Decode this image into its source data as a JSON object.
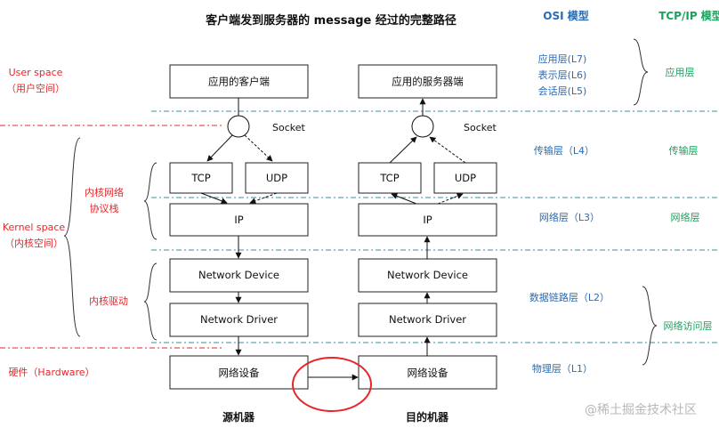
{
  "title": "客户端发到服务器的  message  经过的完整路径",
  "headers": {
    "osi": "OSI  模型",
    "tcpip": "TCP/IP  模型"
  },
  "source": {
    "app": "应用的客户端",
    "socket": "Socket",
    "tcp": "TCP",
    "udp": "UDP",
    "ip": "IP",
    "device": "Network Device",
    "driver": "Network Driver",
    "hardware": "网络设备",
    "label": "源机器"
  },
  "dest": {
    "app": "应用的服务器端",
    "socket": "Socket",
    "tcp": "TCP",
    "udp": "UDP",
    "ip": "IP",
    "device": "Network Device",
    "driver": "Network Driver",
    "hardware": "网络设备",
    "label": "目的机器"
  },
  "left_labels": {
    "user_space_en": "User space",
    "user_space_cn": "（用户空间）",
    "kernel_space_en": "Kernel space",
    "kernel_space_cn": "（内核空间）",
    "stack_1": "内核网络",
    "stack_2": "协议栈",
    "driver": "内核驱动",
    "hardware": "硬件（Hardware）"
  },
  "osi_layers": {
    "l7": "应用层(L7)",
    "l6": "表示层(L6)",
    "l5": "会话层(L5)",
    "l4": "传输层（L4）",
    "l3": "网络层（L3）",
    "l2": "数据链路层（L2）",
    "l1": "物理层（L1）"
  },
  "tcpip_layers": {
    "application": "应用层",
    "transport": "传输层",
    "network": "网络层",
    "link": "网络访问层"
  },
  "watermark": "@稀土掘金技术社区",
  "colors": {
    "red": "#e8262a",
    "blue": "#2a6bb3",
    "green": "#1aa35e",
    "teal_line": "#3a8f9a",
    "red_line": "#e8262a",
    "box_stroke": "#222222"
  }
}
